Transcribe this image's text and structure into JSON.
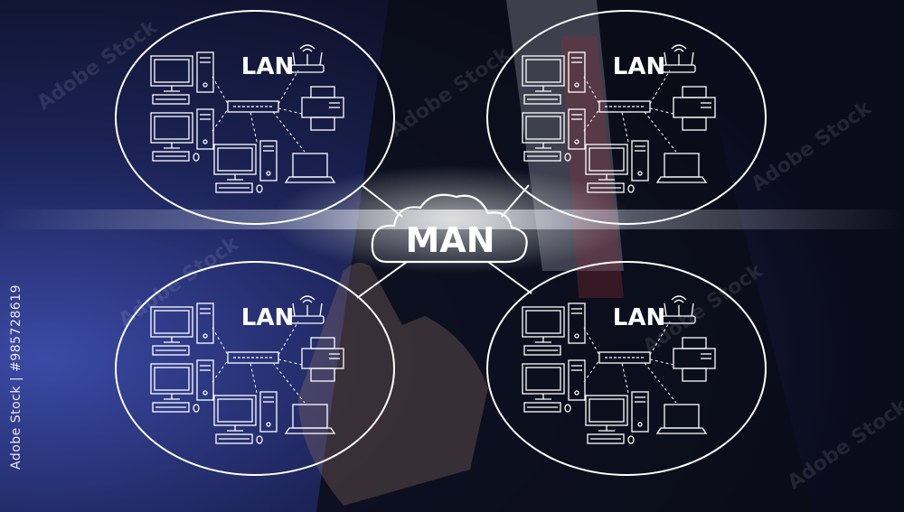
{
  "center_label": "MAN",
  "lan_label": "LAN",
  "lans": [
    {
      "name": "LAN"
    },
    {
      "name": "LAN"
    },
    {
      "name": "LAN"
    },
    {
      "name": "LAN"
    }
  ],
  "watermark": "Adobe Stock",
  "stock_id": "Adobe Stock | #985728619",
  "colors": {
    "background_dark": "#0d1022",
    "background_blue": "#2c3a8c",
    "line": "#ffffff",
    "glow": "#dfe6ff"
  },
  "icons": [
    "desktop-computer-icon",
    "switch-icon",
    "wifi-router-icon",
    "printer-icon",
    "laptop-icon",
    "cloud-icon",
    "keyboard-icon",
    "mouse-icon"
  ]
}
